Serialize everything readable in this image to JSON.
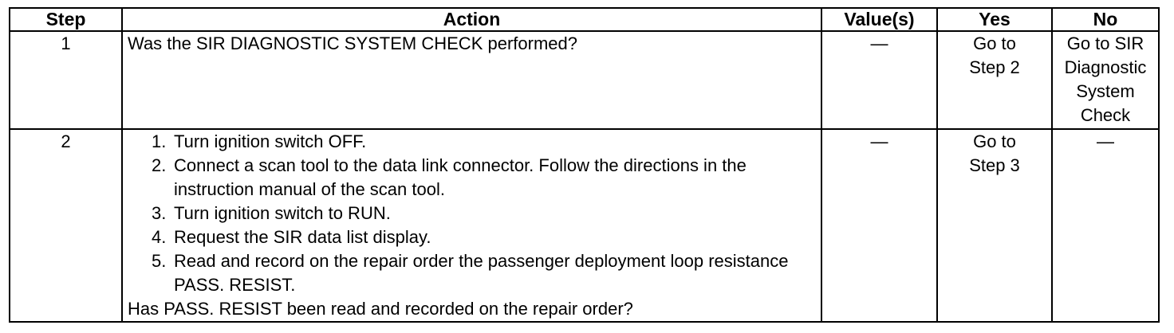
{
  "headers": {
    "step": "Step",
    "action": "Action",
    "values": "Value(s)",
    "yes": "Yes",
    "no": "No"
  },
  "rows": [
    {
      "step": "1",
      "action": "Was the SIR DIAGNOSTIC SYSTEM CHECK performed?",
      "value": "—",
      "yes": [
        "Go to",
        "Step 2"
      ],
      "no": [
        "Go to SIR",
        "Diagnostic",
        "System",
        "Check"
      ]
    },
    {
      "step": "2",
      "instructions": [
        {
          "num": "1.",
          "text": "Turn ignition switch OFF."
        },
        {
          "num": "2.",
          "text": "Connect a scan tool to the data link connector. Follow the directions in the instruction manual of the scan tool."
        },
        {
          "num": "3.",
          "text": "Turn ignition switch to RUN."
        },
        {
          "num": "4.",
          "text": "Request the SIR data list display."
        },
        {
          "num": "5.",
          "text": "Read and record on the repair order the passenger deployment loop resistance PASS. RESIST."
        }
      ],
      "question": "Has PASS. RESIST been read and recorded on the repair order?",
      "value": "—",
      "yes": [
        "Go to",
        "Step 3"
      ],
      "no": "—"
    }
  ]
}
